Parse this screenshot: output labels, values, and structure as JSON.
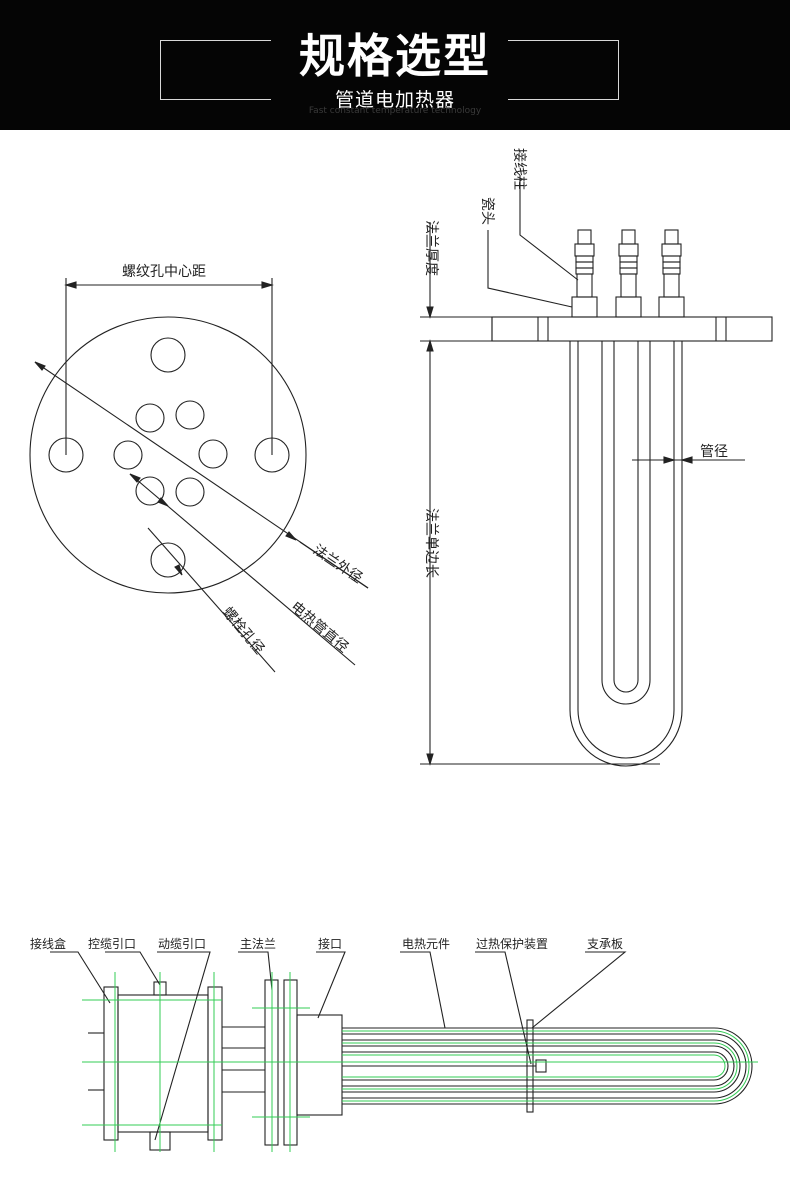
{
  "header": {
    "title": "规格选型",
    "subtitle": "管道电加热器",
    "tagline": "Fast constant temperature technology"
  },
  "flange_view": {
    "hole_center_distance": "螺纹孔中心距",
    "flange_outer_diameter": "法兰外径",
    "heating_tube_diameter": "电热管直径",
    "bolt_hole_diameter": "螺栓孔径"
  },
  "side_view": {
    "terminal_post": "接线柱",
    "ceramic_head": "瓷头",
    "flange_thickness": "法兰厚度",
    "tube_diameter": "管径",
    "flange_single_side_length": "法兰单边长"
  },
  "assembly_view": {
    "junction_box": "接线盒",
    "control_cable_entry": "控缆引口",
    "power_cable_entry": "动缆引口",
    "main_flange": "主法兰",
    "interface": "接口",
    "heating_element": "电热元件",
    "overheat_protection": "过热保护装置",
    "support_plate": "支承板"
  },
  "colors": {
    "header_bg": "#050505",
    "centerline": "#33cc55",
    "line": "#222222"
  }
}
